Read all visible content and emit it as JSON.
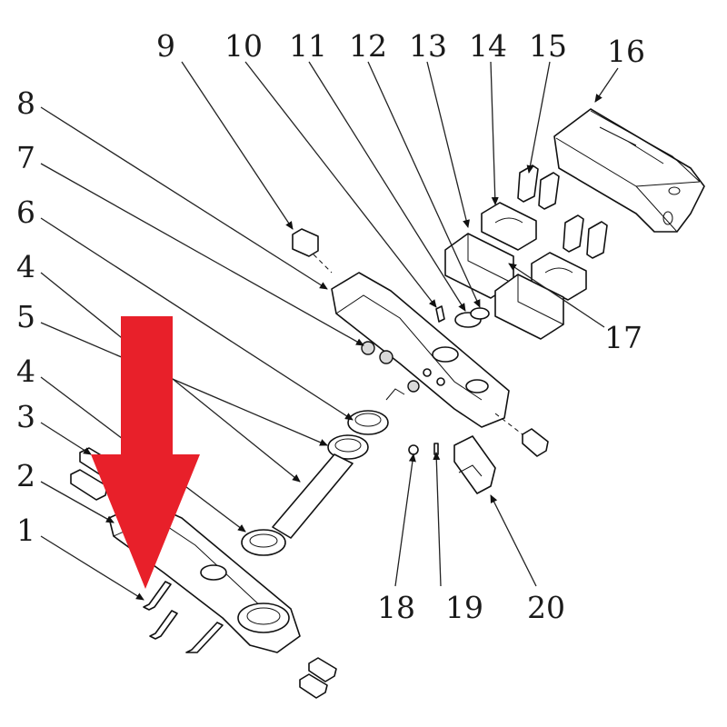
{
  "diagram": {
    "callouts": [
      "1",
      "2",
      "3",
      "4",
      "5",
      "4",
      "6",
      "7",
      "8",
      "9",
      "10",
      "11",
      "12",
      "13",
      "14",
      "15",
      "16",
      "17",
      "18",
      "19",
      "20"
    ]
  },
  "colors": {
    "arrow": "#e8202a",
    "line": "#111111"
  },
  "icons": {
    "highlight": "down-arrow-icon"
  }
}
